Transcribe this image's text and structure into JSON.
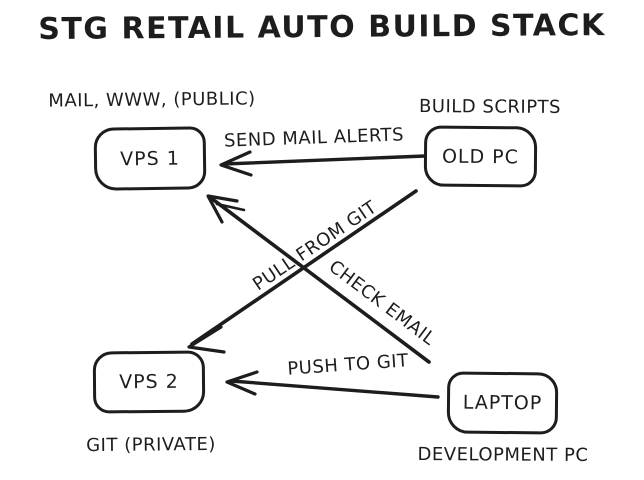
{
  "title": "STG RETAIL AUTO BUILD STACK",
  "ink_color": "#1d1d1d",
  "background_color": "#ffffff",
  "nodes": {
    "vps1": {
      "label": "VPS 1",
      "caption": "MAIL, WWW, (PUBLIC)"
    },
    "oldpc": {
      "label": "OLD PC",
      "caption": "BUILD SCRIPTS"
    },
    "vps2": {
      "label": "VPS 2",
      "caption": "GIT (PRIVATE)"
    },
    "laptop": {
      "label": "LAPTOP",
      "caption": "DEVELOPMENT PC"
    }
  },
  "edges": {
    "send_mail": {
      "label": "SEND MAIL ALERTS",
      "from": "OLD PC",
      "to": "VPS 1"
    },
    "pull_git": {
      "label": "PULL FROM GIT",
      "from": "OLD PC",
      "to": "VPS 2"
    },
    "check_email": {
      "label": "CHECK EMAIL",
      "from": "LAPTOP",
      "to": "VPS 1"
    },
    "push_git": {
      "label": "PUSH TO GIT",
      "from": "LAPTOP",
      "to": "VPS 2"
    }
  }
}
